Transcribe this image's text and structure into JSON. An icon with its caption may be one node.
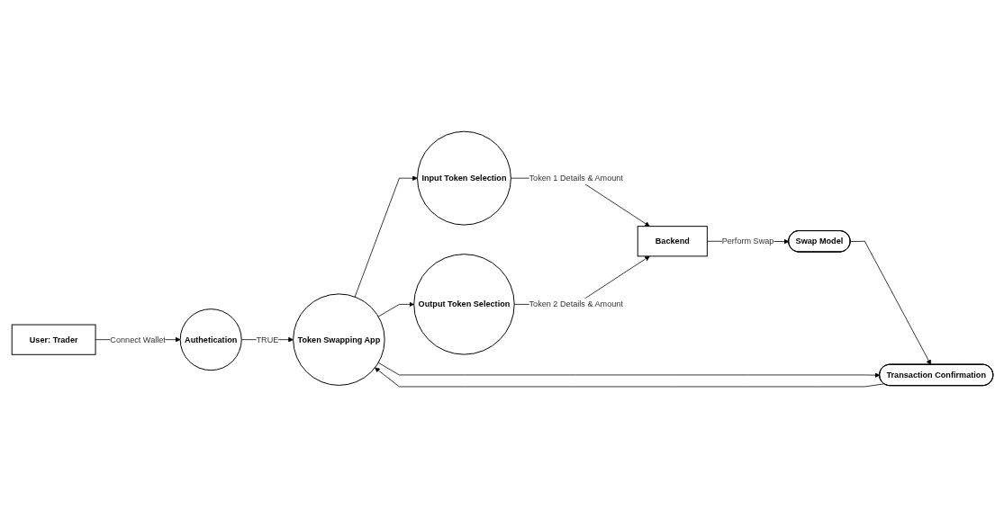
{
  "diagram": {
    "nodes": [
      {
        "text": [
          "User: Trader"
        ]
      },
      {
        "text": [
          "Authetication"
        ]
      },
      {
        "text": [
          "Token Swapping App"
        ]
      },
      {
        "text": [
          "Input Token Selection"
        ]
      },
      {
        "text": [
          "Output Token Selection"
        ]
      },
      {
        "text": [
          "Backend"
        ]
      },
      {
        "text": [
          "Swap Model"
        ]
      },
      {
        "text": [
          "Transaction Confirmation"
        ]
      }
    ],
    "edges": [
      {
        "from": 0,
        "to": 1,
        "arrow": "to",
        "label": "Connect Wallet"
      },
      {
        "from": 1,
        "to": 2,
        "arrow": "to",
        "label": "TRUE"
      },
      {
        "from": 2,
        "to": 3,
        "arrow": "to"
      },
      {
        "from": 2,
        "to": 4,
        "arrow": "to"
      },
      {
        "from": 3,
        "to": 5,
        "arrow": "to",
        "label": "Token 1 Details & Amount"
      },
      {
        "from": 4,
        "to": 5,
        "arrow": "to",
        "label": "Token 2 Details & Amount"
      },
      {
        "from": 5,
        "to": 6,
        "arrow": "to",
        "label": "Perform Swap"
      },
      {
        "from": 6,
        "to": 7,
        "arrow": "to"
      },
      {
        "from": 2,
        "to": 7,
        "arrow": "to"
      },
      {
        "from": 7,
        "to": 2,
        "arrow": "to"
      }
    ]
  }
}
